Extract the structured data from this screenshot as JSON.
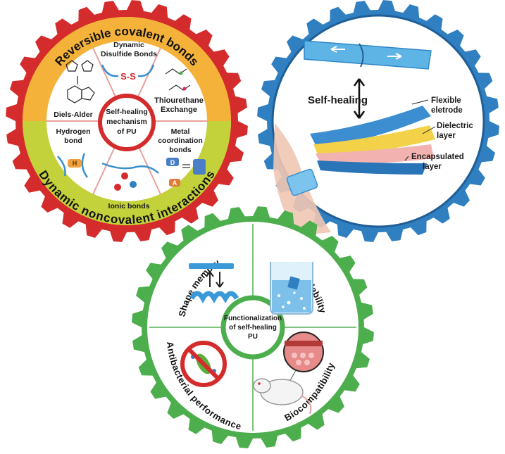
{
  "colors": {
    "red_gear": "#d42c2c",
    "blue_gear": "#2f7fc1",
    "green_gear": "#4cae4c",
    "ring_orange": "#f3a43a",
    "ring_yellow": "#f1d23f",
    "ring_green": "#b9cf3a"
  },
  "top_left": {
    "ring_top": "Reversible covalent bonds",
    "ring_bottom": "Dynamic noncovalent interactions",
    "center": [
      "Self-healing",
      "mechanism",
      "of PU"
    ],
    "sectors": {
      "disulfide": [
        "Dynamic",
        "Disulfide Bonds"
      ],
      "disulfide_glyph": "S-S",
      "thiourethane": [
        "Thiourethane",
        "Exchange"
      ],
      "metal": [
        "Metal",
        "coordination",
        "bonds"
      ],
      "ionic": [
        "Ionic bonds"
      ],
      "hydrogen": [
        "Hydrogen",
        "bond"
      ],
      "hydrogen_glyph": "H",
      "diels_alder": [
        "Diels-Alder"
      ],
      "metal_d": "D",
      "metal_a": "A"
    }
  },
  "top_right": {
    "self_healing": "Self-healing",
    "flexible": [
      "Flexible",
      "eletrode"
    ],
    "dielectric": [
      "Dielectric",
      "layer"
    ],
    "encapsulated": [
      "Encapsulated",
      "layer"
    ]
  },
  "bottom": {
    "center": [
      "Functionalization",
      "of self-healing",
      "PU"
    ],
    "shape_memory": "Shape memory",
    "degradability": "Degradability",
    "antibacterial": "Antibacterial performance",
    "biocompatibility": "Biocompatibility"
  }
}
